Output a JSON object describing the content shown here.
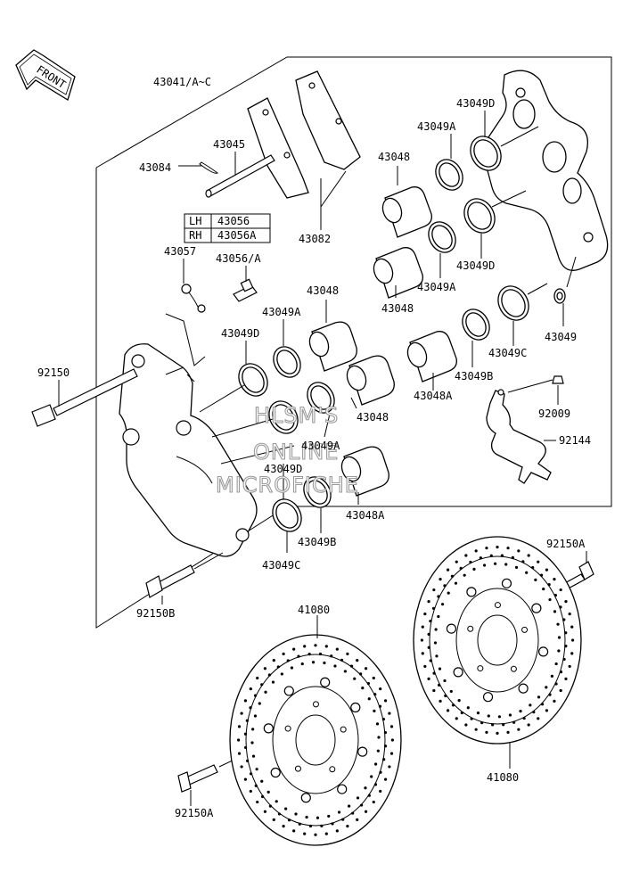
{
  "orientation_label": "FRONT",
  "part_labels": {
    "caliper_assembly": "43041/A~C",
    "pad_pin": "43045",
    "pin_clip": "43084",
    "pad_set": "43082",
    "lh_marker": "LH",
    "lh_part": "43056",
    "rh_marker": "RH",
    "rh_part": "43056A",
    "spring": "43057",
    "bleed_valve": "43056/A",
    "caliper_bolt": "92150",
    "caliper_bolt_b": "92150B",
    "piston_outer_upper_1": "43048",
    "piston_outer_upper_2": "43048",
    "piston_outer_a": "43048A",
    "piston_inner_1": "43048",
    "piston_inner_2": "43048",
    "piston_inner_a": "43048A",
    "seal_d_upper": "43049D",
    "seal_a_upper": "43049A",
    "seal_d_mid": "43049D",
    "seal_a_mid": "43049A",
    "seal_c_right": "43049C",
    "seal_b_right": "43049B",
    "seal_plain": "43049",
    "seal_a_inner": "43049A",
    "seal_d_inner": "43049D",
    "seal_d_inner_2": "43049D",
    "seal_a_inner_2": "43049A",
    "seal_b_inner": "43049B",
    "seal_c_inner": "43049C",
    "bleeder_cap": "92009",
    "hose_bracket": "92144",
    "disc_bolt_right": "92150A",
    "disc_bolt_left": "92150A",
    "disc_left": "41080",
    "disc_right": "41080"
  },
  "watermark": [
    "HLSM'S",
    "ONLINE",
    "MICROFICHE"
  ]
}
